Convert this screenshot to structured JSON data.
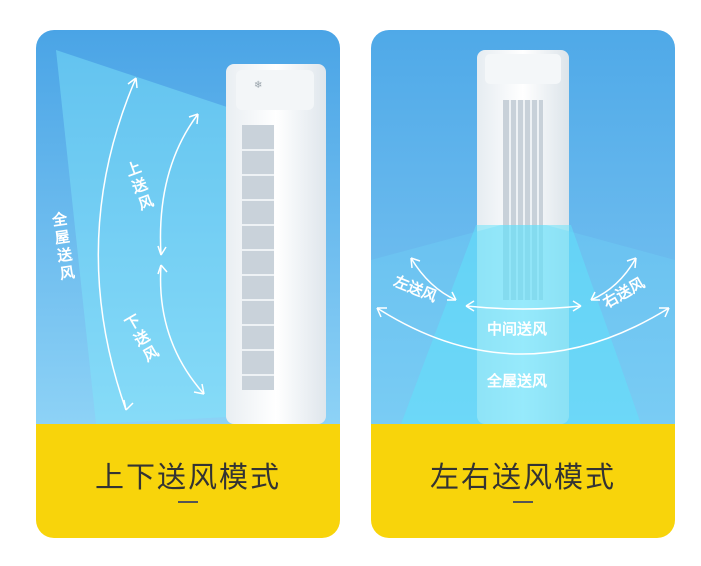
{
  "panels": [
    {
      "mode_title": "上下送风模式",
      "labels": {
        "whole_room": "全屋送风",
        "up": "上送风",
        "down": "下送风"
      }
    },
    {
      "mode_title": "左右送风模式",
      "labels": {
        "left": "左送风",
        "middle": "中间送风",
        "right": "右送风",
        "whole_room": "全屋送风"
      }
    }
  ],
  "colors": {
    "sky_top": "#4fa9e8",
    "sky_bottom": "#8fd3f7",
    "caption_bg": "#f8d40b",
    "airflow": "#4fe4fb"
  }
}
